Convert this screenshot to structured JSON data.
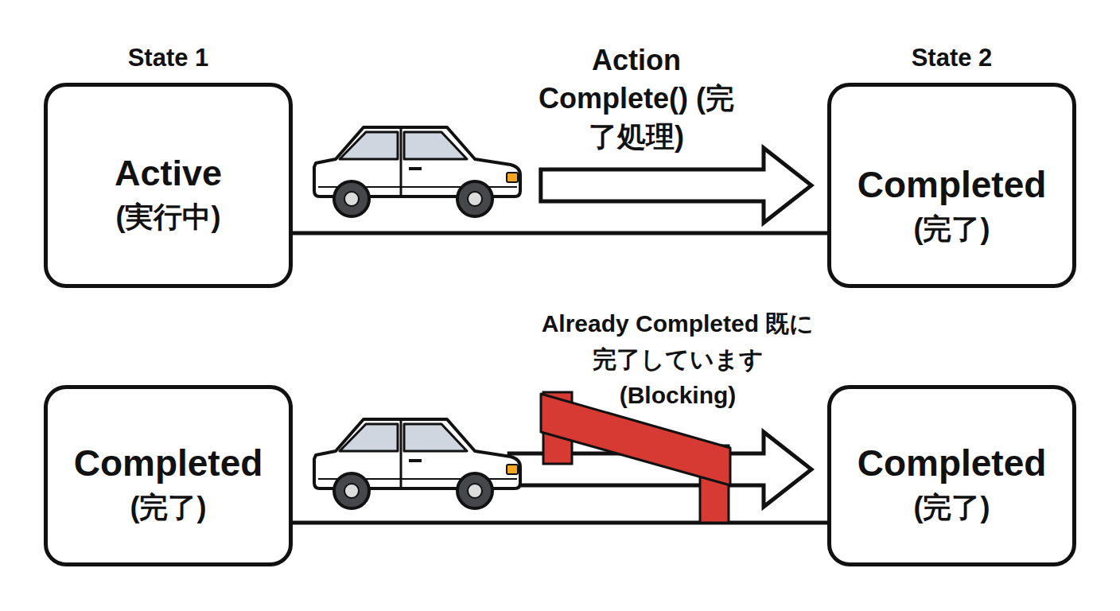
{
  "diagram": {
    "nodes": [
      {
        "text": [
          "State 1",
          "Active",
          "(実行中)"
        ]
      },
      {
        "text": [
          "State 2",
          "Completed",
          "(完了)"
        ]
      },
      {
        "text": [
          "Completed",
          "(完了)"
        ]
      },
      {
        "text": [
          "Completed",
          "(完了)"
        ]
      }
    ],
    "edges": [
      {
        "from": 0,
        "to": 1,
        "arrow": "to",
        "label": "Action Complete() (完了処理)"
      },
      {
        "from": 2,
        "to": 3,
        "arrow": "to",
        "label": "Already Completed 既に完了しています (Blocking)"
      }
    ]
  }
}
